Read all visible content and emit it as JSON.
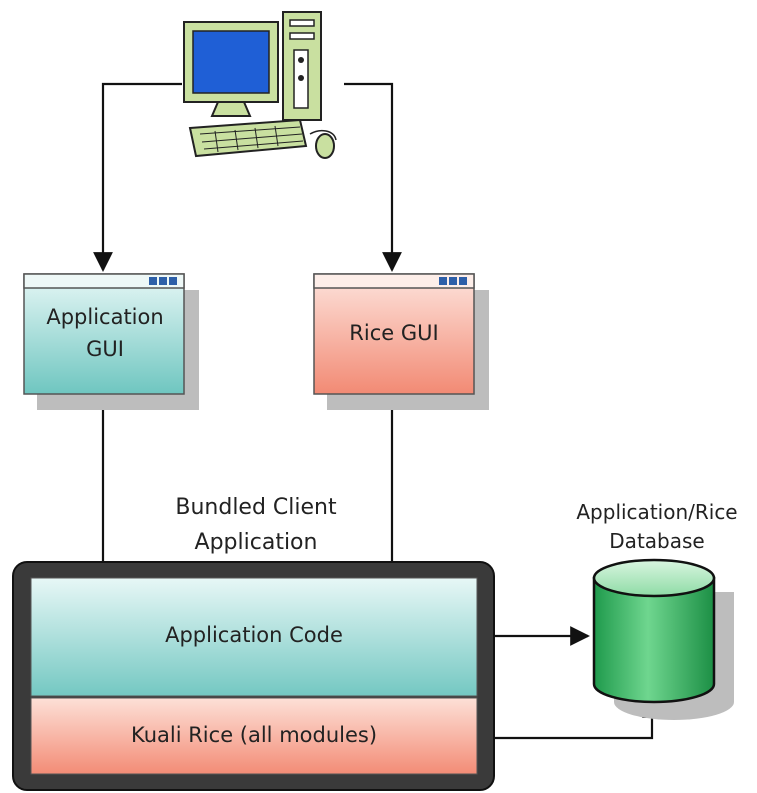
{
  "diagram": {
    "application_gui": {
      "line1": "Application",
      "line2": "GUI"
    },
    "rice_gui": {
      "label": "Rice GUI"
    },
    "bundled_client": {
      "line1": "Bundled Client",
      "line2": "Application"
    },
    "application_code": {
      "label": "Application Code"
    },
    "kuali_rice": {
      "label": "Kuali Rice (all modules)"
    },
    "database": {
      "line1": "Application/Rice",
      "line2": "Database"
    }
  },
  "colors": {
    "teal": "#7fd0cc",
    "salmon": "#f49a86",
    "green": "#2fae5c",
    "dark_frame": "#3a3a3a",
    "monitor_blue": "#1f5fd6",
    "computer_beige": "#c9e0a0"
  }
}
